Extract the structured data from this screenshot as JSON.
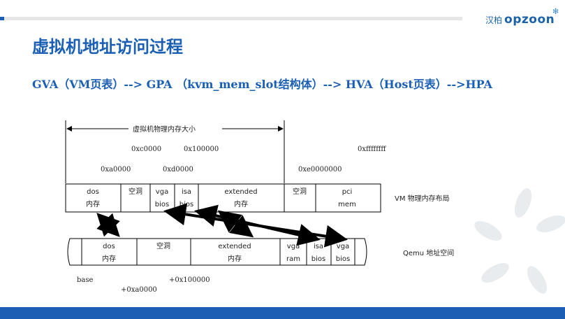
{
  "header": {
    "logo_cn": "汉柏",
    "logo_en": "opzoon"
  },
  "title": "虚拟机地址访问过程",
  "subtitle": "GVA（VM页表）--> GPA （kvm_mem_slot结构体）--> HVA（Host页表）-->HPA",
  "diagram": {
    "span_label": "虚拟机物理内存大小",
    "vm_addresses": {
      "a0": "0xa0000",
      "c0": "0xc0000",
      "d0": "0xd0000",
      "m100": "0x100000",
      "e0": "0xe0000000",
      "ff": "0xffffffff"
    },
    "vm_row_label": "VM 物理内存布局",
    "vm_cells": [
      {
        "l1": "dos",
        "l2": "内存"
      },
      {
        "l1": "空洞",
        "l2": ""
      },
      {
        "l1": "vga",
        "l2": "bios"
      },
      {
        "l1": "isa",
        "l2": "bios"
      },
      {
        "l1": "extended",
        "l2": "内存"
      },
      {
        "l1": "空洞",
        "l2": ""
      },
      {
        "l1": "pci",
        "l2": "mem"
      }
    ],
    "qemu_row_label": "Qemu 地址空间",
    "qemu_cells": [
      {
        "l1": "dos",
        "l2": "内存"
      },
      {
        "l1": "空洞",
        "l2": ""
      },
      {
        "l1": "extended",
        "l2": "内存"
      },
      {
        "l1": "vga",
        "l2": "ram"
      },
      {
        "l1": "isa",
        "l2": "bios"
      },
      {
        "l1": "vga",
        "l2": "bios"
      }
    ],
    "qemu_addresses": {
      "base": "base",
      "a0": "+0xa0000",
      "m100": "+0x100000"
    }
  }
}
